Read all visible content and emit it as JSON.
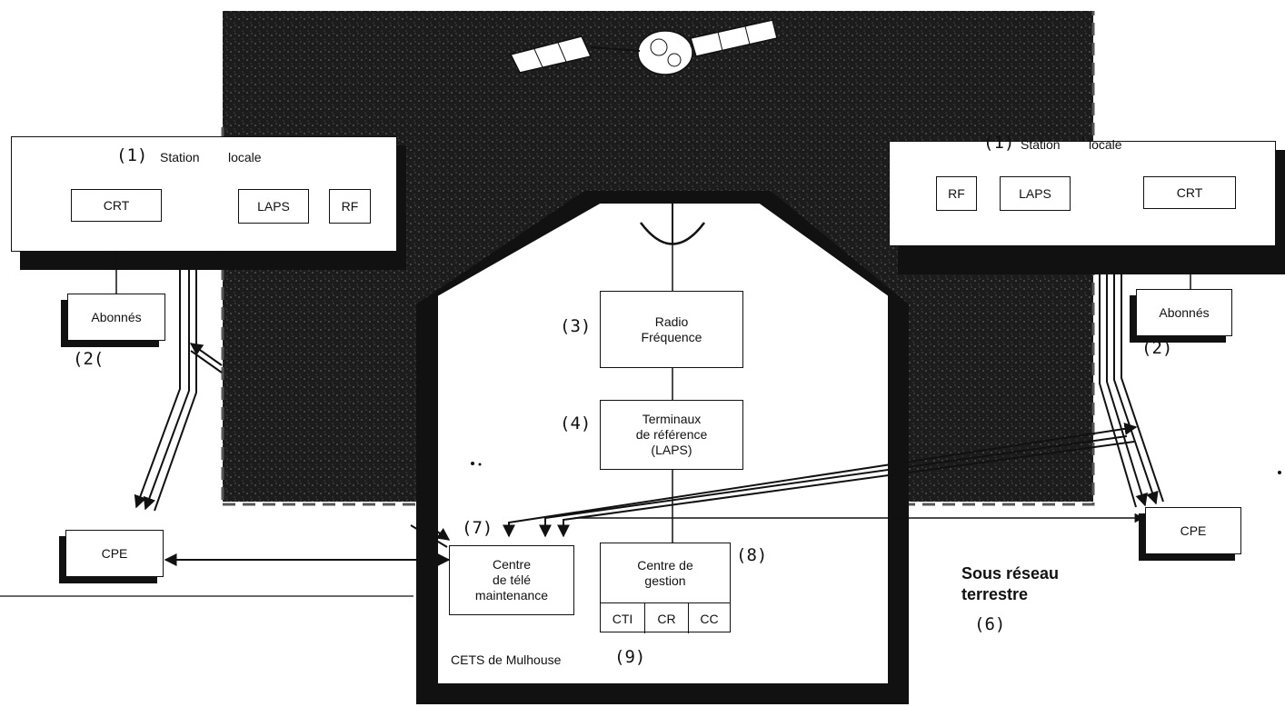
{
  "satellite_subnet": {
    "faded_label": ""
  },
  "left_station": {
    "number": "(1)",
    "label_left": "Station",
    "label_right": "locale",
    "crt": "CRT",
    "laps": "LAPS",
    "rf": "RF",
    "subscribers": "Abonnés",
    "subscribers_number": "(2("
  },
  "right_station": {
    "number": "(1)",
    "label_left": "Station",
    "label_right": "locale",
    "rf": "RF",
    "laps": "LAPS",
    "crt": "CRT",
    "subscribers": "Abonnés",
    "subscribers_number": "(2)"
  },
  "cets": {
    "radio_number": "(3)",
    "radio": "Radio\nFréquence",
    "terminals_number": "(4)",
    "terminals": "Terminaux\nde référence\n(LAPS)",
    "maintenance_number": "(7)",
    "maintenance": "Centre\nde télé\nmaintenance",
    "management_number": "(8)",
    "management": "Centre de\ngestion",
    "management_units": [
      "CTI",
      "CR",
      "CC"
    ],
    "site": "CETS de Mulhouse",
    "site_number": "(9)"
  },
  "cpe_left": "CPE",
  "cpe_right": "CPE",
  "terrestrial": {
    "title": "Sous réseau\nterrestre",
    "number": "(6)"
  },
  "colors": {
    "ink": "#111111",
    "background": "#ffffff",
    "satellite_area": "#1a1a1a"
  }
}
